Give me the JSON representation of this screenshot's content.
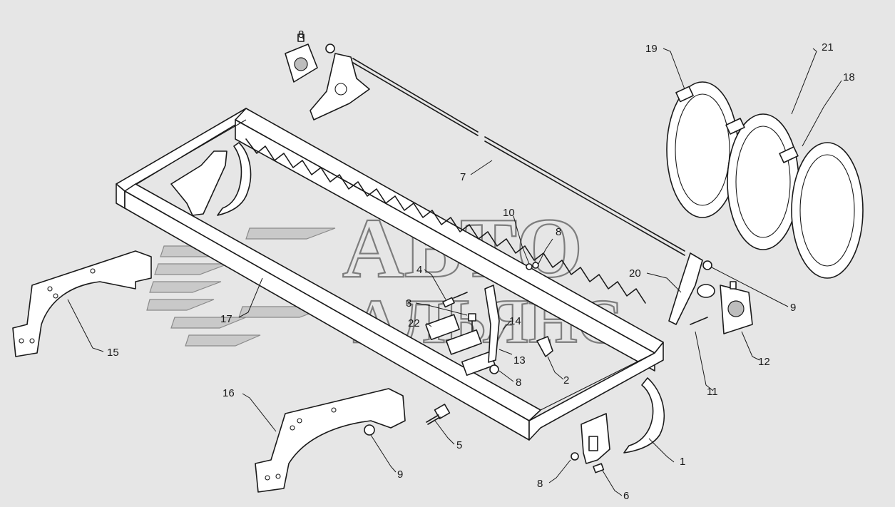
{
  "watermark": {
    "line1": "АВТО",
    "line2": "АЛЬЯНС"
  },
  "callouts": [
    "1",
    "2",
    "3",
    "4",
    "5",
    "6",
    "7",
    "8",
    "9",
    "10",
    "11",
    "12",
    "13",
    "14",
    "15",
    "16",
    "17",
    "18",
    "19",
    "20",
    "21",
    "22"
  ],
  "callout_8": "8",
  "callout_9": "9"
}
